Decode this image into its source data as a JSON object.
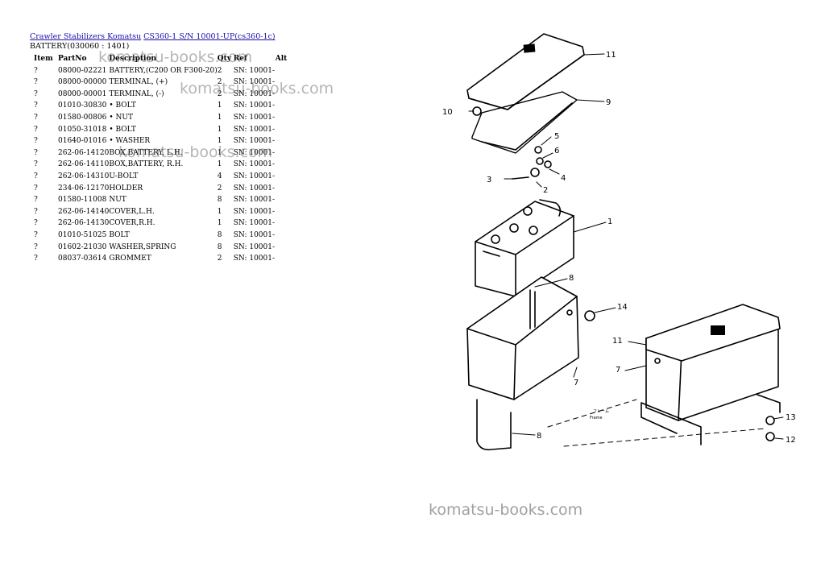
{
  "breadcrumb": {
    "link1": "Crawler Stabilizers Komatsu",
    "link2": "CS360-1 S/N 10001-UP(cs360-1c)"
  },
  "subtitle": "BATTERY(030060 : 1401)",
  "table": {
    "headers": [
      "Item",
      "PartNo",
      "Description",
      "Qty",
      "Ref",
      "Alt"
    ],
    "rows": [
      [
        "?",
        "08000-02221",
        "BATTERY,(C200 OR F300-20)",
        "2",
        "SN: 10001-",
        ""
      ],
      [
        "?",
        "08000-00000",
        "TERMINAL, (+)",
        "2",
        "SN: 10001-",
        ""
      ],
      [
        "?",
        "08000-00001",
        "TERMINAL, (-)",
        "2",
        "SN: 10001-",
        ""
      ],
      [
        "?",
        "01010-30830",
        "• BOLT",
        "1",
        "SN: 10001-",
        ""
      ],
      [
        "?",
        "01580-00806",
        "• NUT",
        "1",
        "SN: 10001-",
        ""
      ],
      [
        "?",
        "01050-31018",
        "• BOLT",
        "1",
        "SN: 10001-",
        ""
      ],
      [
        "?",
        "01640-01016",
        "• WASHER",
        "1",
        "SN: 10001-",
        ""
      ],
      [
        "?",
        "262-06-14120",
        "BOX,BATTERY, L.H.",
        "1",
        "SN: 10001-",
        ""
      ],
      [
        "?",
        "262-06-14110",
        "BOX,BATTERY, R.H.",
        "1",
        "SN: 10001-",
        ""
      ],
      [
        "?",
        "262-06-14310",
        "U-BOLT",
        "4",
        "SN: 10001-",
        ""
      ],
      [
        "?",
        "234-06-12170",
        "HOLDER",
        "2",
        "SN: 10001-",
        ""
      ],
      [
        "?",
        "01580-11008",
        "NUT",
        "8",
        "SN: 10001-",
        ""
      ],
      [
        "?",
        "262-06-14140",
        "COVER,L.H.",
        "1",
        "SN: 10001-",
        ""
      ],
      [
        "?",
        "262-06-14130",
        "COVER,R.H.",
        "1",
        "SN: 10001-",
        ""
      ],
      [
        "?",
        "01010-51025",
        "BOLT",
        "8",
        "SN: 10001-",
        ""
      ],
      [
        "?",
        "01602-21030",
        "WASHER,SPRING",
        "8",
        "SN: 10001-",
        ""
      ],
      [
        "?",
        "08037-03614",
        "GROMMET",
        "2",
        "SN: 10001-",
        ""
      ]
    ]
  },
  "watermark": "komatsu-books.com",
  "diagram": {
    "callouts": [
      "11",
      "9",
      "10",
      "5",
      "6",
      "3",
      "4",
      "2",
      "1",
      "8",
      "14",
      "11",
      "7",
      "7",
      "8",
      "13",
      "12"
    ],
    "frame_label_jp": "フレーム",
    "frame_label": "Frame"
  }
}
